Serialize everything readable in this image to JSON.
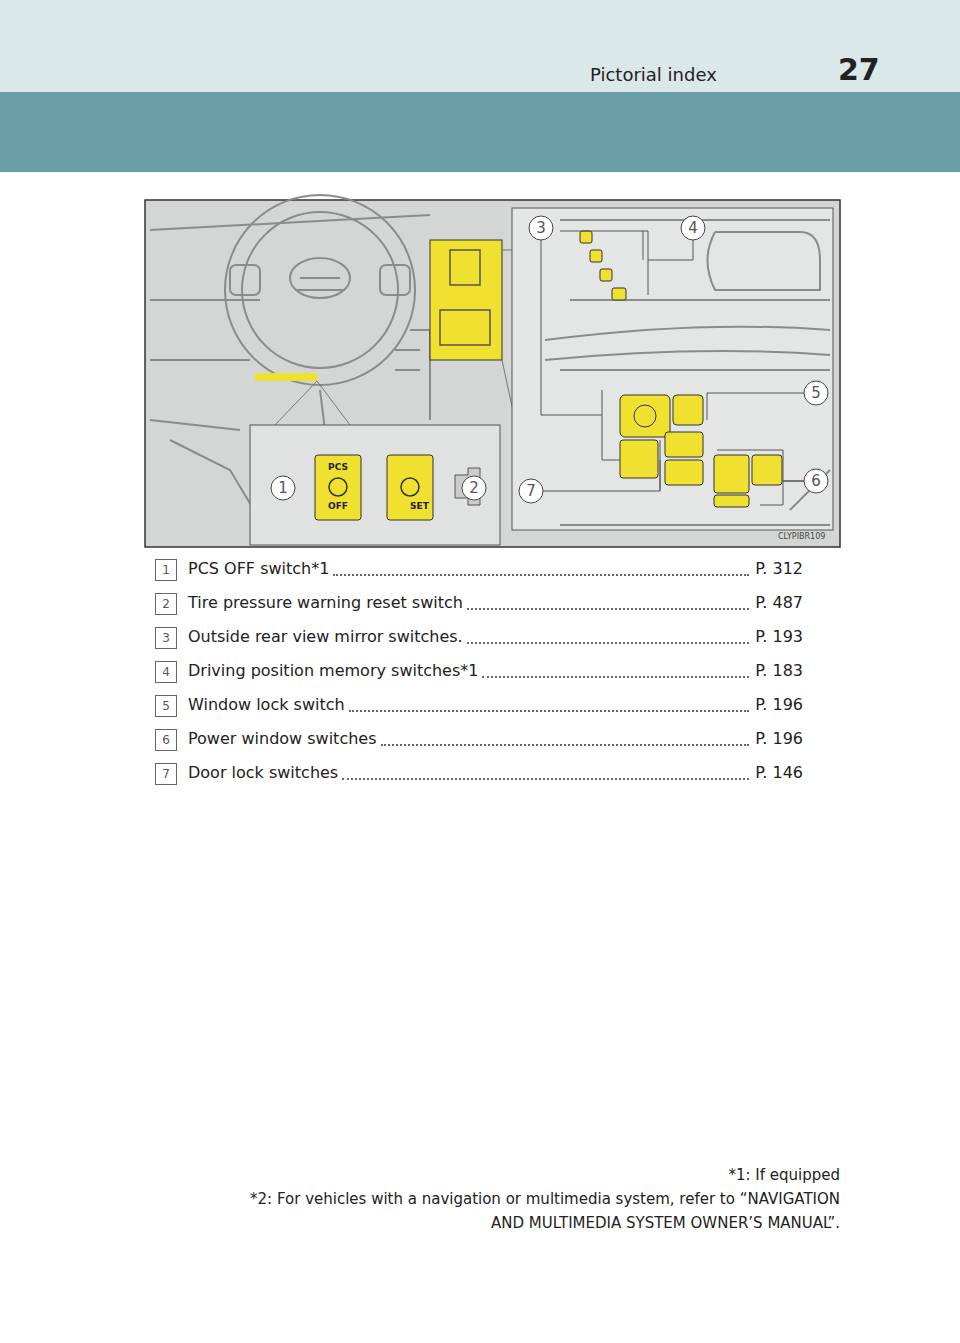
{
  "diagram": {
    "title": "Pictorial index",
    "labels": [
      "27",
      "1",
      "2",
      "3",
      "4",
      "5",
      "6",
      "7",
      "PCS",
      "OFF",
      "SET",
      "CLYPIBR109",
      "1",
      "2",
      "3",
      "4",
      "5",
      "6",
      "7",
      "PCS OFF switch*1",
      "Tire pressure warning reset switch",
      "Outside rear view mirror switches.",
      "Driving position memory switches*1",
      "Window lock switch",
      "Power window switches",
      "Door lock switches",
      "P. 312",
      "P. 487",
      "P. 193",
      "P. 183",
      "P. 196",
      "P. 196",
      "P. 146",
      "*1: If equipped",
      "*2: For vehicles with a navigation or multimedia system, refer to “NAVIGATION AND MULTIMEDIA SYSTEM OWNER’S MANUAL”."
    ]
  }
}
